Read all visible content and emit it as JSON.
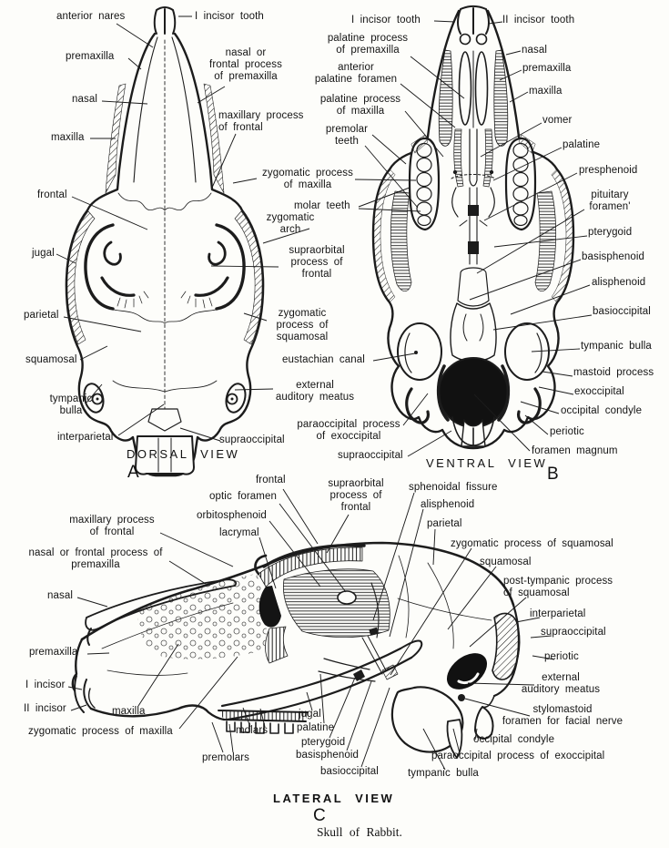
{
  "figure": {
    "caption": "Skull of Rabbit.",
    "ink_color": "#1c1c1c",
    "background_color": "#fdfdfa"
  },
  "views": {
    "dorsal": {
      "title": "DORSAL VIEW",
      "letter": "A",
      "labels": {
        "anterior_nares": "anterior nares",
        "i_incisor_tooth": "I incisor tooth",
        "premaxilla": "premaxilla",
        "nasal": "nasal",
        "maxilla": "maxilla",
        "frontal": "frontal",
        "jugal": "jugal",
        "parietal": "parietal",
        "squamosal": "squamosal",
        "tympanic_bulla": "tympanic\nbulla",
        "interparietal": "interparietal",
        "nasal_or_frontal_process_of_premaxilla": "nasal or\nfrontal process\nof premaxilla",
        "maxillary_process_of_frontal": "maxillary process\nof frontal",
        "zygomatic_process_of_maxilla": "zygomatic process\nof maxilla",
        "molar_teeth": "molar teeth",
        "zygomatic_arch": "zygomatic\narch",
        "supraorbital_process_of_frontal": "supraorbital\nprocess of\nfrontal",
        "zygomatic_process_of_squamosal": "zygomatic\nprocess of\nsquamosal",
        "eustachian_canal": "eustachian canal",
        "external_auditory_meatus": "external\nauditory meatus",
        "paraoccipital_process_of_exoccipital": "paraoccipital process\nof exoccipital",
        "supraoccipital": "supraoccipital"
      }
    },
    "ventral": {
      "title": "VENTRAL VIEW",
      "letter": "B",
      "labels": {
        "i_incisor_tooth": "I incisor tooth",
        "ii_incisor_tooth": "II incisor tooth",
        "palatine_process_of_premaxilla": "palatine process\nof premaxilla",
        "anterior_palatine_foramen": "anterior\npalatine foramen",
        "palatine_process_of_maxilla": "palatine process\nof maxilla",
        "premolar_teeth": "premolar\nteeth",
        "nasal": "nasal",
        "premaxilla": "premaxilla",
        "maxilla": "maxilla",
        "vomer": "vomer",
        "palatine": "palatine",
        "presphenoid": "presphenoid",
        "pituitary_foramen": "pituitary\nforamen'",
        "pterygoid": "pterygoid",
        "basisphenoid": "basisphenoid",
        "alisphenoid": "alisphenoid",
        "basioccipital": "basioccipital",
        "tympanic_bulla": "tympanic bulla",
        "mastoid_process": "mastoid process",
        "exoccipital": "exoccipital",
        "occipital_condyle": "occipital condyle",
        "periotic": "periotic",
        "foramen_magnum": "foramen magnum",
        "supraoccipital": "supraoccipital"
      }
    },
    "lateral": {
      "title": "LATERAL VIEW",
      "letter": "C",
      "labels": {
        "frontal": "frontal",
        "optic_foramen": "optic foramen",
        "orbitosphenoid": "orbitosphenoid",
        "lacrymal": "lacrymal",
        "maxillary_process_of_frontal": "maxillary process\nof frontal",
        "nasal_or_frontal_process_of_premaxilla": "nasal or frontal process of\npremaxilla",
        "nasal": "nasal",
        "premaxilla": "premaxilla",
        "i_incisor": "I incisor",
        "ii_incisor": "II incisor",
        "maxilla": "maxilla",
        "zygomatic_process_of_maxilla": "zygomatic process of maxilla",
        "premolars": "premolars",
        "molars": "molars",
        "supraorbital_process_of_frontal": "supraorbital\nprocess of\nfrontal",
        "sphenoidal_fissure": "sphenoidal fissure",
        "alisphenoid": "alisphenoid",
        "parietal": "parietal",
        "zygomatic_process_of_squamosal": "zygomatic process of squamosal",
        "squamosal": "squamosal",
        "post_tympanic_process_of_squamosal": "post-tympanic process\nof squamosal",
        "interparietal": "interparietal",
        "supraoccipital": "supraoccipital",
        "periotic": "periotic",
        "external_auditory_meatus": "external\nauditory meatus",
        "stylomastoid_foramen_for_facial_nerve": "stylomastoid\nforamen for facial nerve",
        "occipital_condyle": "occipital condyle",
        "paraoccipital_process_of_exoccipital": "paraoccipital process of exoccipital",
        "tympanic_bulla": "tympanic bulla",
        "jugal": "jugal",
        "palatine": "palatine",
        "pterygoid": "pterygoid",
        "basisphenoid": "basisphenoid",
        "basioccipital": "basioccipital"
      }
    }
  }
}
